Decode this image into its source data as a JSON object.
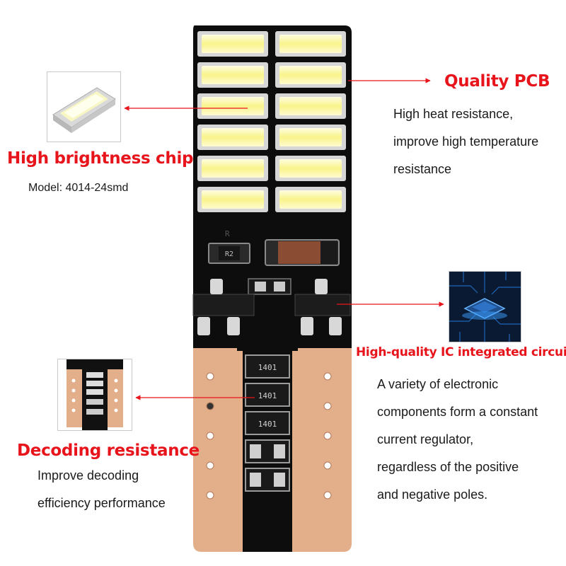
{
  "labels": {
    "chip_title": "High brightness chip",
    "chip_model": "Model: 4014-24smd",
    "pcb_title": "Quality PCB",
    "pcb_lines": [
      "High heat resistance,",
      "improve high temperature",
      "resistance"
    ],
    "ic_title": "High-quality IC integrated circuit",
    "ic_lines": [
      "A variety of electronic",
      "components form a constant",
      "current regulator,",
      "regardless of the positive",
      "and negative poles."
    ],
    "decoding_title": "Decoding resistance",
    "decoding_lines": [
      "Improve decoding",
      "efficiency performance"
    ]
  },
  "pcb_markings": {
    "resistor_top": "R2",
    "resistor_codes": [
      "1401",
      "1401",
      "1401"
    ]
  },
  "colors": {
    "heading": "#e8141b",
    "arrow": "#e8141b",
    "board": "#0d0d0d",
    "copper": "#e3ae8a",
    "led": "#fbf9a0"
  },
  "icons": [
    "led-chip-icon",
    "ic-chip-icon",
    "decoding-board-icon"
  ]
}
